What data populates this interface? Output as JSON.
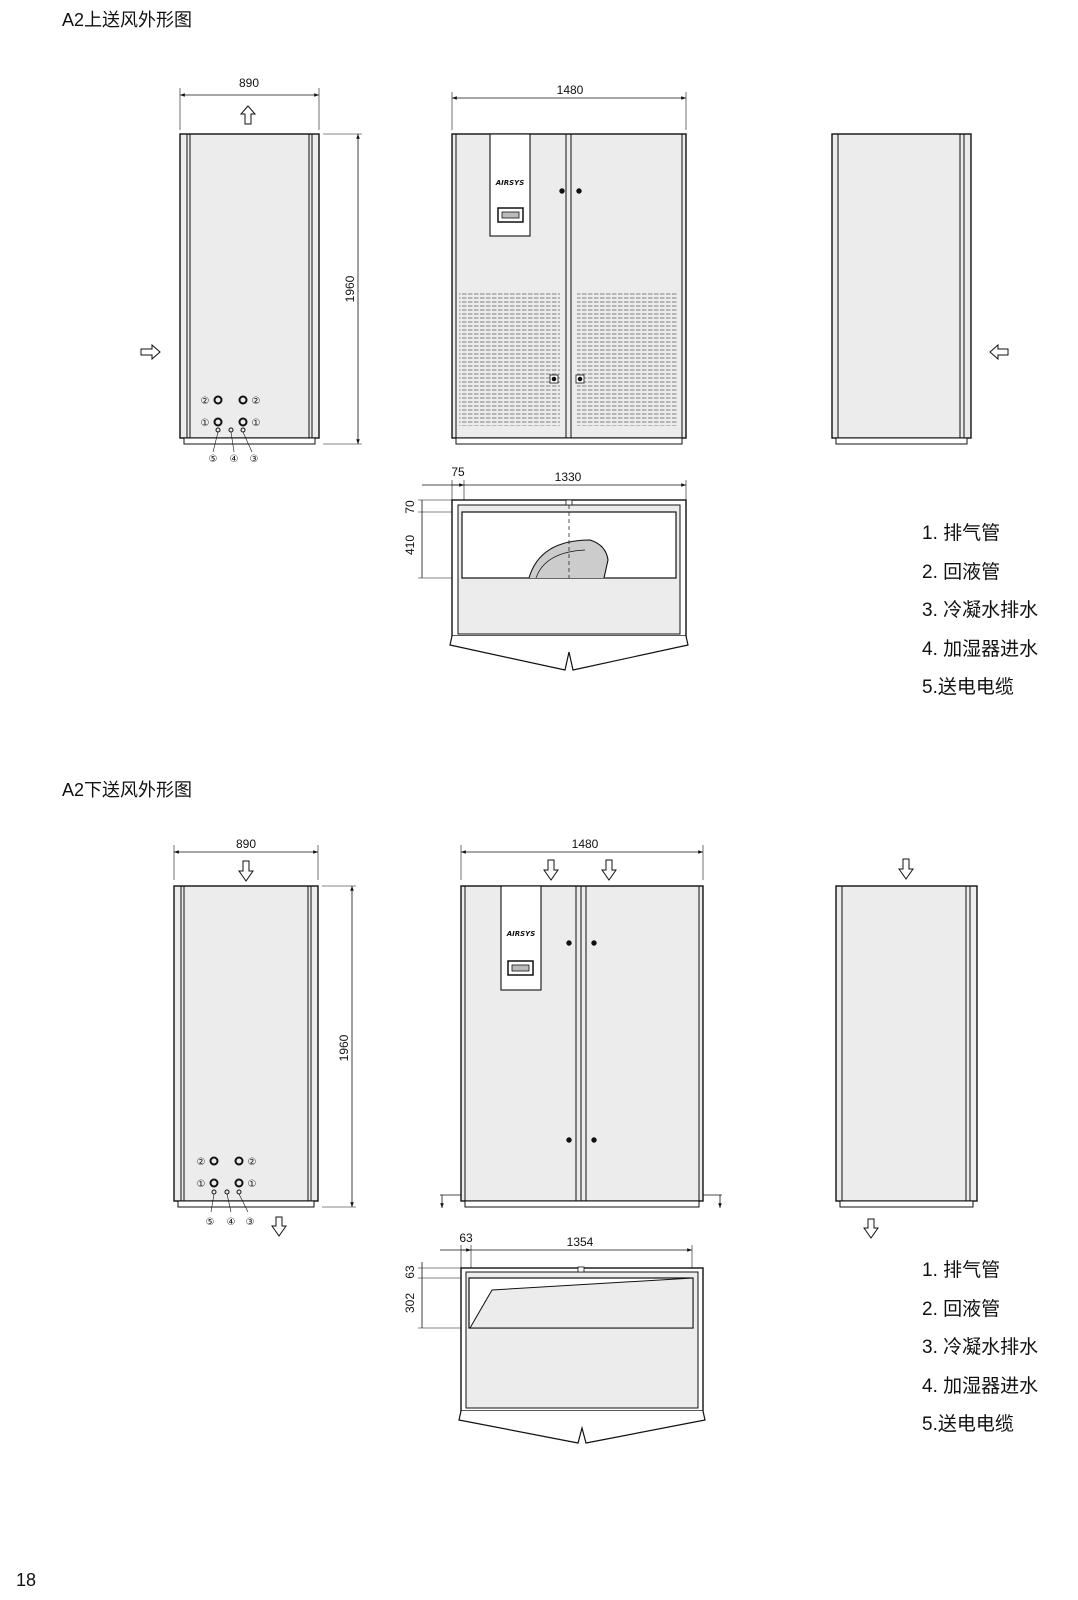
{
  "section_top": {
    "title": "A2上送风外形图",
    "dims": {
      "width": "890",
      "front_width": "1480",
      "height": "1960",
      "base_offset": "75",
      "base_width": "1330",
      "base_a": "70",
      "base_b": "410"
    },
    "brand": "AIRSYS",
    "legend": [
      "1. 排气管",
      "2. 回液管",
      "3. 冷凝水排水",
      "4. 加湿器进水",
      "5.送电电缆"
    ]
  },
  "section_bottom": {
    "title": "A2下送风外形图",
    "dims": {
      "width": "890",
      "front_width": "1480",
      "height": "1960",
      "base_offset": "63",
      "base_width": "1354",
      "base_a": "63",
      "base_b": "302"
    },
    "brand": "AIRSYS",
    "legend": [
      "1. 排气管",
      "2. 回液管",
      "3. 冷凝水排水",
      "4. 加湿器进水",
      "5.送电电缆"
    ]
  },
  "circled": {
    "one": "①",
    "two": "②",
    "three": "③",
    "four": "④",
    "five": "⑤"
  },
  "page_number": "18"
}
